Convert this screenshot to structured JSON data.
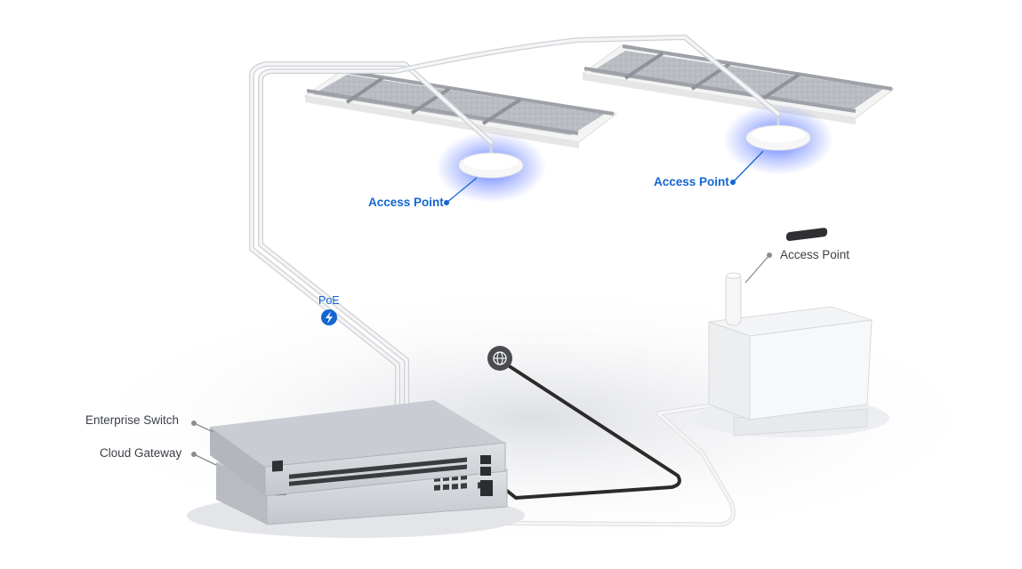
{
  "labels": {
    "access_point_1": "Access Point",
    "access_point_2": "Access Point",
    "access_point_3": "Access Point",
    "poe": "PoE",
    "enterprise_switch": "Enterprise Switch",
    "cloud_gateway": "Cloud Gateway"
  },
  "icons": {
    "poe": "lightning-bolt-icon",
    "internet": "globe-icon"
  },
  "colors": {
    "label_blue": "#1466d1",
    "label_gray": "#3b3f45",
    "ap_glow": "#3c5cff",
    "internet_cable": "#2b2b2b",
    "ethernet_cable": "#e9eaec"
  }
}
